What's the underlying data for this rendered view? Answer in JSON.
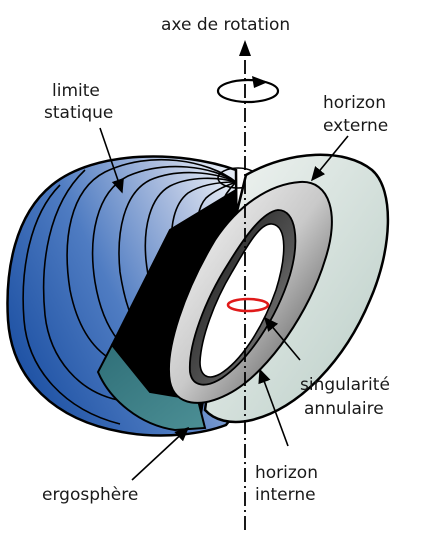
{
  "labels": {
    "axis": "axe de rotation",
    "static_limit": [
      "limite",
      "statique"
    ],
    "outer_horizon": [
      "horizon",
      "externe"
    ],
    "ring_singularity": [
      "singularité",
      "annulaire"
    ],
    "inner_horizon": [
      "horizon",
      "interne"
    ],
    "ergosphere": "ergosphère"
  },
  "colors": {
    "ergosphere_blue_dark": "#1e55a6",
    "ergosphere_blue_light": "#dfe7f4",
    "ergosphere_teal": "#3f7f86",
    "outer_horizon_face": "#dfe7e3",
    "singularity_ring": "#e01a1a",
    "outline": "#000000"
  }
}
